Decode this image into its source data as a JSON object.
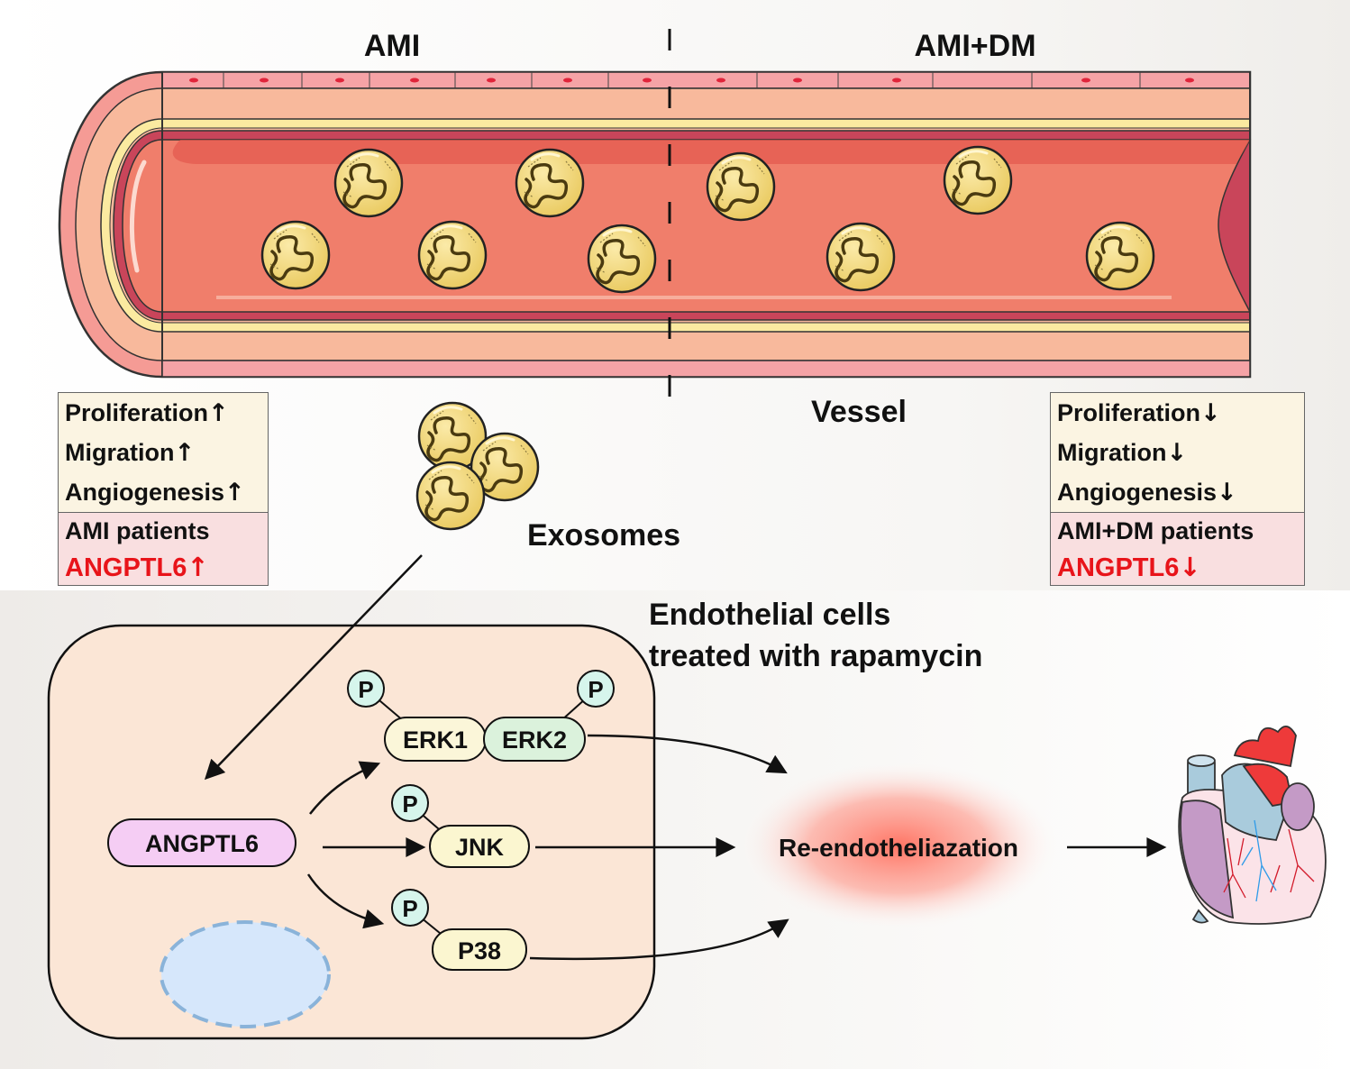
{
  "titles": {
    "left": "AMI",
    "right": "AMI+DM",
    "vessel": "Vessel"
  },
  "left_box": {
    "rows": [
      "Proliferation",
      "Migration",
      "Angiogenesis"
    ],
    "arrow": "↑",
    "patients": "AMI patients",
    "marker": "ANGPTL6"
  },
  "right_box": {
    "rows": [
      "Proliferation",
      "Migration",
      "Angiogenesis"
    ],
    "arrow": "↓",
    "patients": "AMI+DM patients",
    "marker": "ANGPTL6"
  },
  "exosomes_label": "Exosomes",
  "cell": {
    "title_line1": "Endothelial cells",
    "title_line2": "treated with rapamycin",
    "angptl6": "ANGPTL6",
    "erk1": "ERK1",
    "erk2": "ERK2",
    "jnk": "JNK",
    "p38": "P38",
    "phospho": "P"
  },
  "outcome": "Re-endotheliazation",
  "colors": {
    "vessel_wall": "#f6b39a",
    "lumen": "#f07e6b",
    "exosome": "#f2d878",
    "cell_fill": "#fbe6d6",
    "angptl6_fill": "#f5cdf4",
    "phospho_fill": "#d6f5ec",
    "up_down_red": "#e8141a"
  }
}
